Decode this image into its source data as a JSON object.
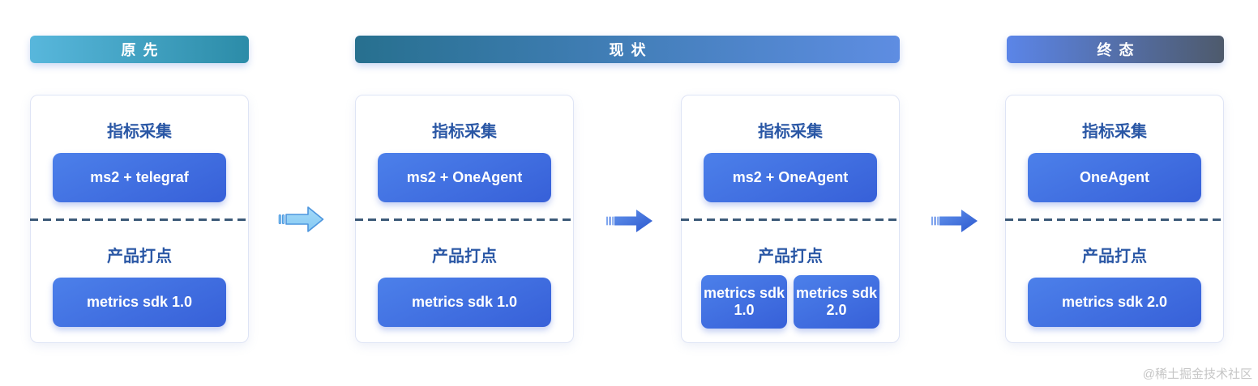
{
  "banners": [
    {
      "label": "原先"
    },
    {
      "label": "现状"
    },
    {
      "label": "终态"
    }
  ],
  "cards": [
    {
      "stage": "original",
      "metrics": {
        "title": "指标采集",
        "chips": [
          "ms2 + telegraf"
        ]
      },
      "tracking": {
        "title": "产品打点",
        "chips": [
          "metrics sdk 1.0"
        ]
      }
    },
    {
      "stage": "current-step-1",
      "metrics": {
        "title": "指标采集",
        "chips": [
          "ms2 + OneAgent"
        ]
      },
      "tracking": {
        "title": "产品打点",
        "chips": [
          "metrics sdk 1.0"
        ]
      }
    },
    {
      "stage": "current-step-2",
      "metrics": {
        "title": "指标采集",
        "chips": [
          "ms2 + OneAgent"
        ]
      },
      "tracking": {
        "title": "产品打点",
        "chips": [
          "metrics sdk 1.0",
          "metrics sdk 2.0"
        ]
      }
    },
    {
      "stage": "final",
      "metrics": {
        "title": "指标采集",
        "chips": [
          "OneAgent"
        ]
      },
      "tracking": {
        "title": "产品打点",
        "chips": [
          "metrics sdk 2.0"
        ]
      }
    }
  ],
  "watermark": "@稀土掘金技术社区",
  "colors": {
    "banner-original-start": "#58B7DC",
    "banner-original-end": "#2C8CA8",
    "banner-current-start": "#27708F",
    "banner-current-end": "#5E8DE2",
    "banner-final-start": "#5B85E8",
    "banner-final-end": "#4E5A6C",
    "chip-start": "#4C80EA",
    "chip-end": "#3760D8",
    "title-color": "#2A57A5",
    "divider-color": "#3D5A78",
    "card-border": "#DEE4F5",
    "arrow-light-fill": "#85C9F3",
    "arrow-light-stroke": "#4D96DE",
    "arrow-blue-start": "#6394EC",
    "arrow-blue-end": "#2B57CE",
    "watermark-color": "#C6C6C6"
  }
}
